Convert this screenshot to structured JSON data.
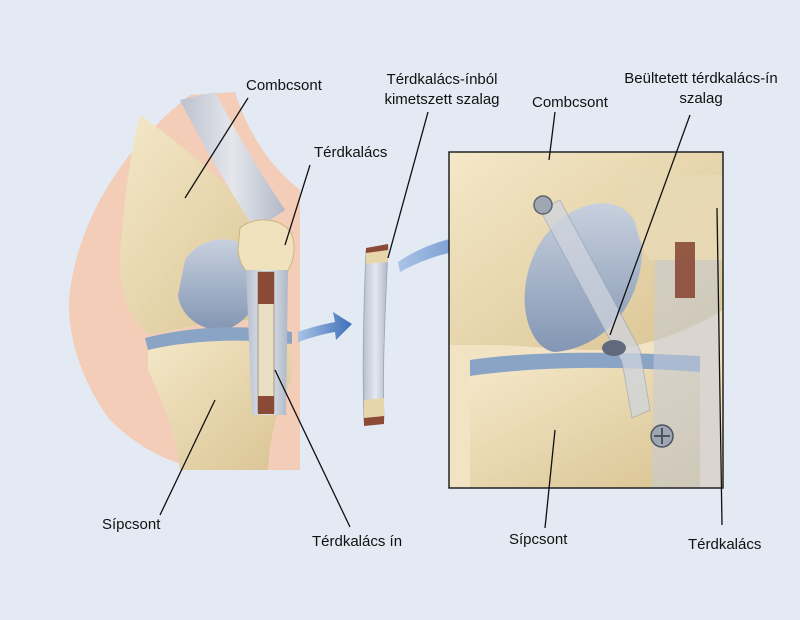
{
  "labels": {
    "femur_left": "Combcsont",
    "patella_left": "Térdkalács",
    "graft_harvested_line1": "Térdkalács-ínból",
    "graft_harvested_line2": "kimetszett szalag",
    "femur_right": "Combcsont",
    "graft_implanted_line1": "Beültetett térdkalács-ín",
    "graft_implanted_line2": "szalag",
    "tibia_left": "Sípcsont",
    "patellar_tendon": "Térdkalács ín",
    "tibia_right": "Sípcsont",
    "patella_right": "Térdkalács"
  },
  "colors": {
    "background": "#e3eaf3",
    "skin": "#f3cdb8",
    "bone": "#ecdcb4",
    "bone_shadow": "#d8c290",
    "cartilage": "#a9b6c8",
    "meniscus": "#8aa4c6",
    "tendon": "#c6ccd8",
    "graft_block": "#8a4a36",
    "arrow": "#4f7fc4",
    "leader_line": "#111111"
  }
}
